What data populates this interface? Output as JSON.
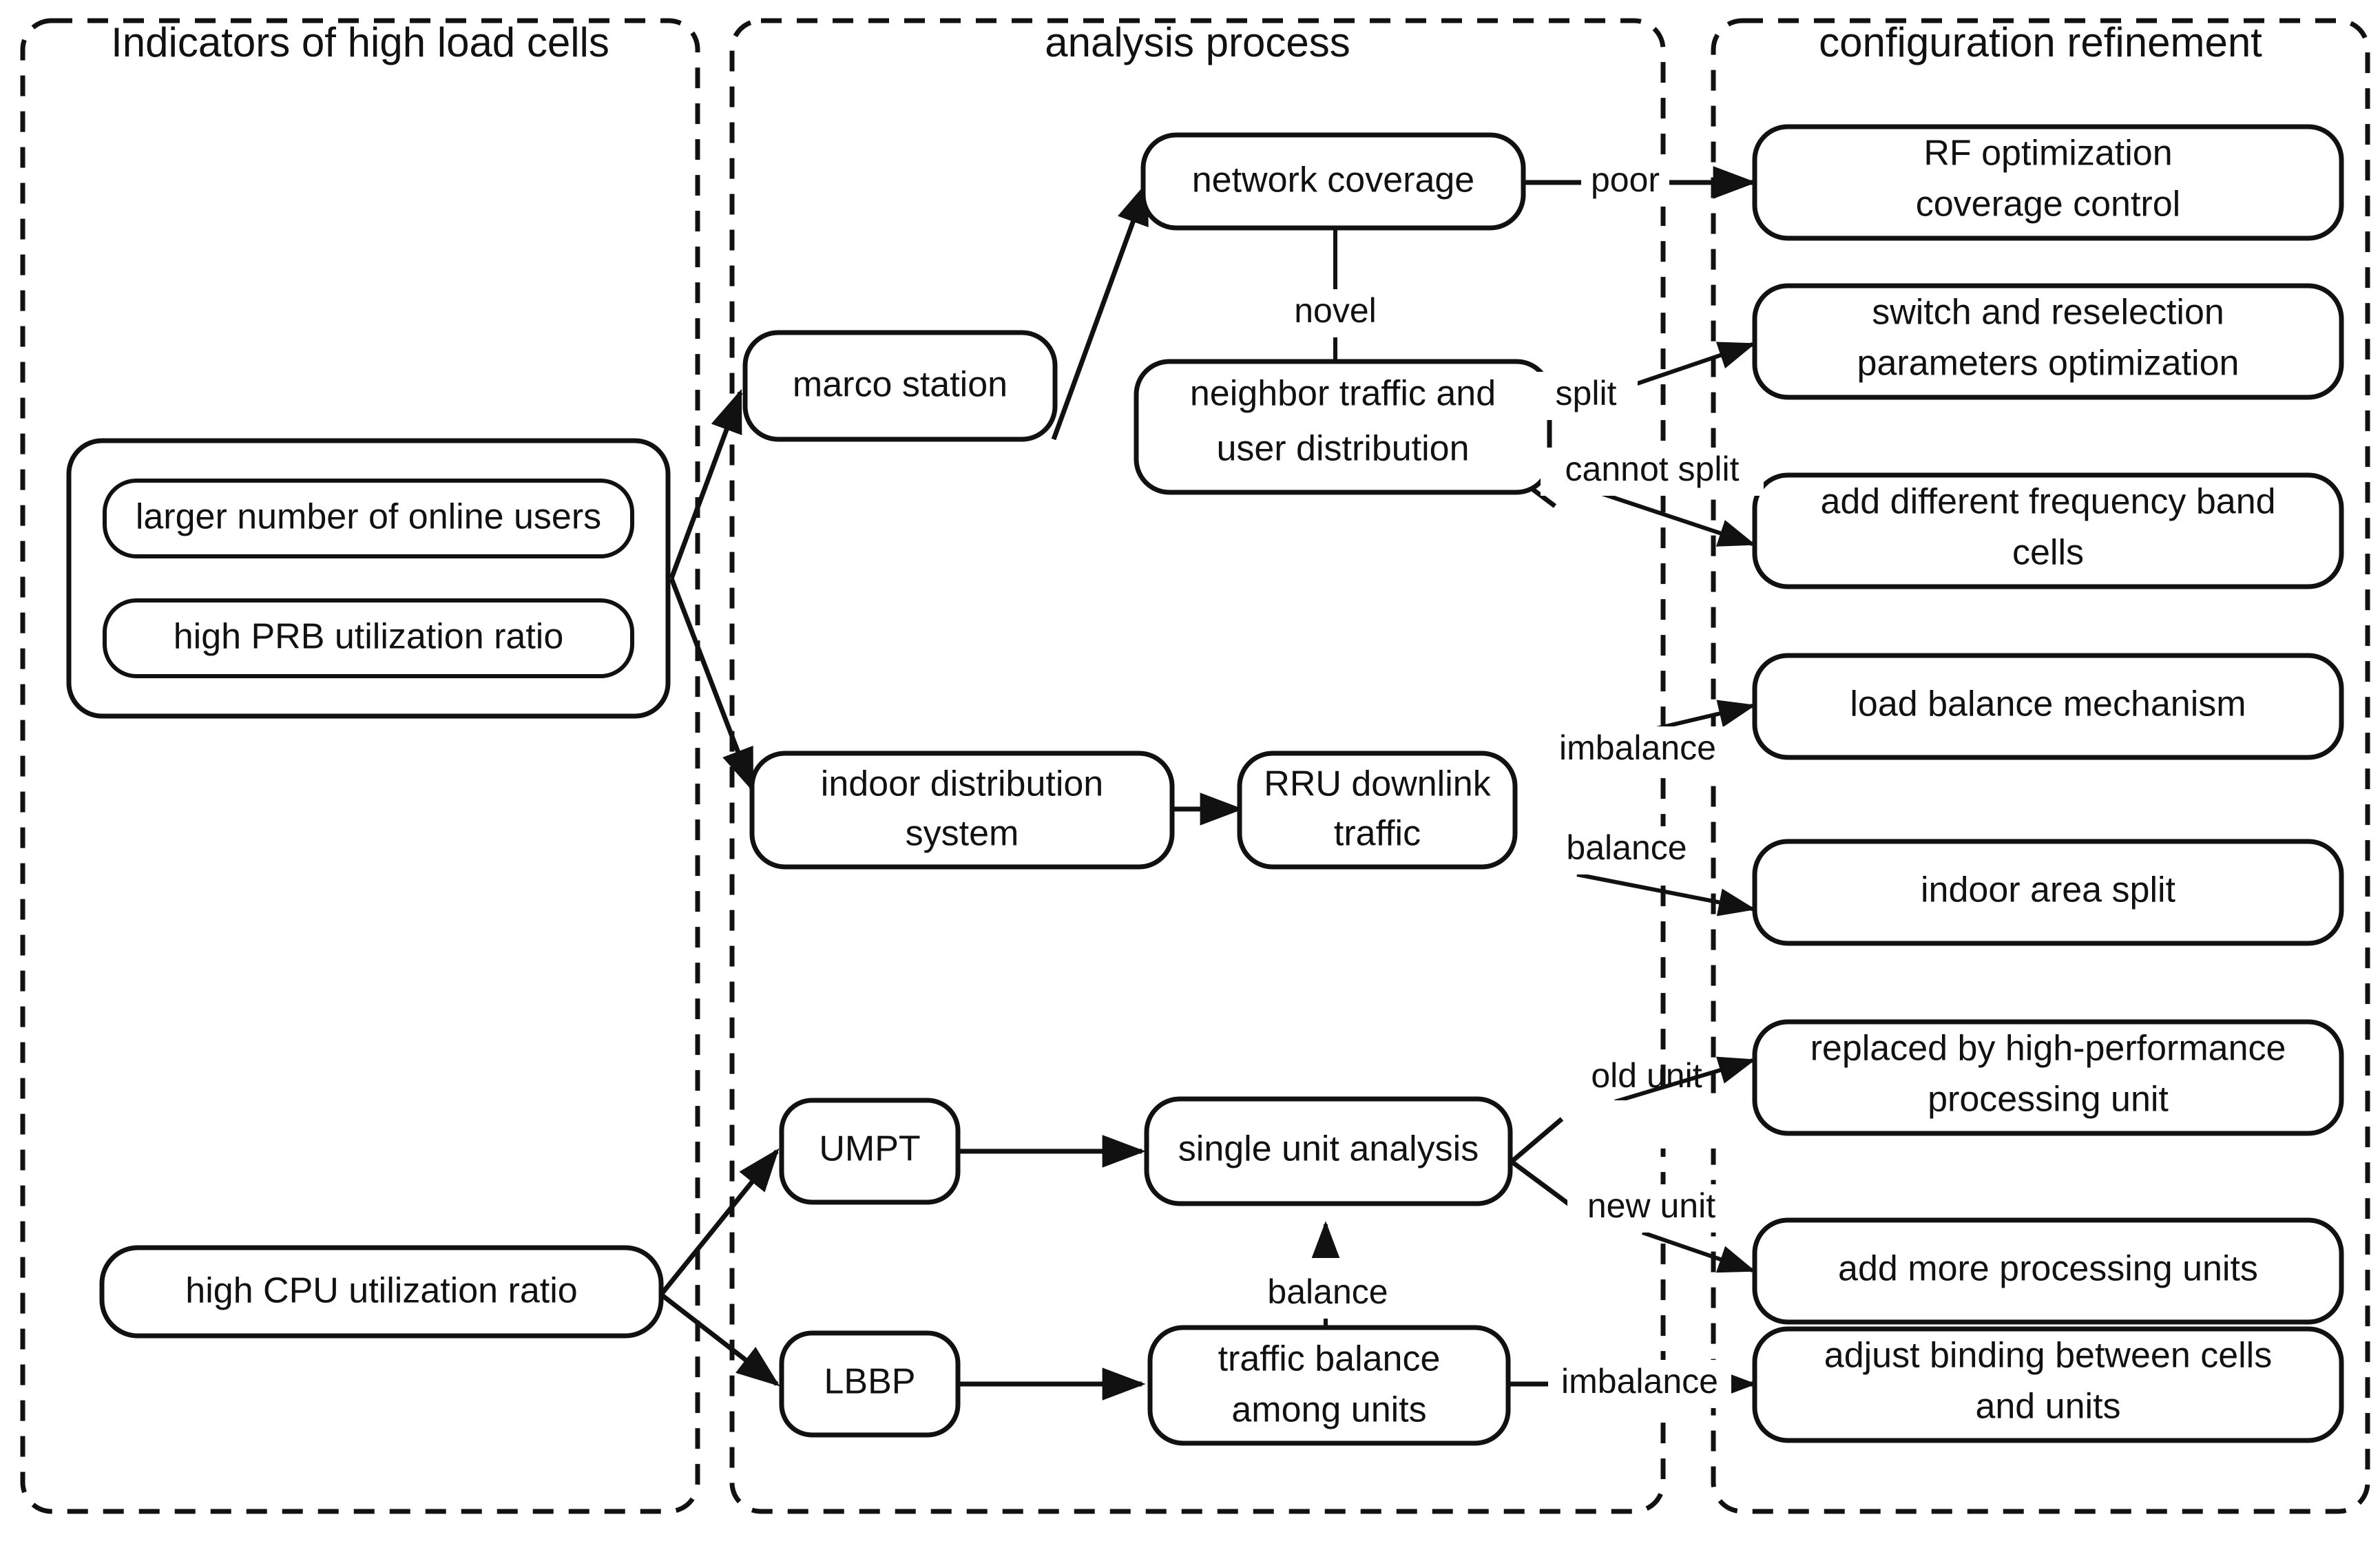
{
  "diagram": {
    "groups": [
      {
        "id": "indicators",
        "title": "Indicators of high load cells"
      },
      {
        "id": "analysis",
        "title": "analysis process"
      },
      {
        "id": "refinement",
        "title": "configuration refinement"
      }
    ],
    "indicator_nodes": [
      {
        "id": "online-users",
        "label": "larger number of online users"
      },
      {
        "id": "prb-ratio",
        "label": "high PRB utilization ratio"
      },
      {
        "id": "cpu-ratio",
        "label": "high CPU utilization ratio"
      }
    ],
    "analysis_nodes": [
      {
        "id": "marco-station",
        "label": "marco station"
      },
      {
        "id": "network-coverage",
        "label": "network coverage"
      },
      {
        "id": "neighbor-traffic",
        "label_line1": "neighbor traffic and",
        "label_line2": "user distribution"
      },
      {
        "id": "indoor-dist",
        "label_line1": "indoor distribution",
        "label_line2": "system"
      },
      {
        "id": "rru-downlink",
        "label_line1": "RRU downlink",
        "label_line2": "traffic"
      },
      {
        "id": "umpt",
        "label": "UMPT"
      },
      {
        "id": "lbbp",
        "label": "LBBP"
      },
      {
        "id": "single-unit",
        "label": "single unit analysis"
      },
      {
        "id": "traffic-balance",
        "label_line1": "traffic balance",
        "label_line2": "among units"
      }
    ],
    "refinement_nodes": [
      {
        "id": "rf-optimization",
        "label_line1": "RF optimization",
        "label_line2": "coverage control"
      },
      {
        "id": "switch-reselect",
        "label_line1": "switch and reselection",
        "label_line2": "parameters optimization"
      },
      {
        "id": "add-freq-band",
        "label_line1": "add different frequency band",
        "label_line2": "cells"
      },
      {
        "id": "load-balance",
        "label": "load balance mechanism"
      },
      {
        "id": "indoor-split",
        "label": "indoor area split"
      },
      {
        "id": "replace-unit",
        "label_line1": "replaced by high-performance",
        "label_line2": "processing unit"
      },
      {
        "id": "add-units",
        "label": "add more processing units"
      },
      {
        "id": "adjust-binding",
        "label_line1": "adjust binding between cells",
        "label_line2": "and units"
      }
    ],
    "edge_labels": [
      {
        "id": "novel",
        "text": "novel"
      },
      {
        "id": "poor",
        "text": "poor"
      },
      {
        "id": "split",
        "text": "split"
      },
      {
        "id": "cannot-split",
        "text": "cannot split"
      },
      {
        "id": "imbalance-rru",
        "text": "imbalance"
      },
      {
        "id": "balance-rru",
        "text": "balance"
      },
      {
        "id": "old-unit",
        "text": "old unit"
      },
      {
        "id": "new-unit",
        "text": "new unit"
      },
      {
        "id": "balance-unit",
        "text": "balance"
      },
      {
        "id": "imbalance-tb",
        "text": "imbalance"
      }
    ],
    "colors": {
      "stroke": "#111111",
      "background": "#ffffff"
    }
  }
}
